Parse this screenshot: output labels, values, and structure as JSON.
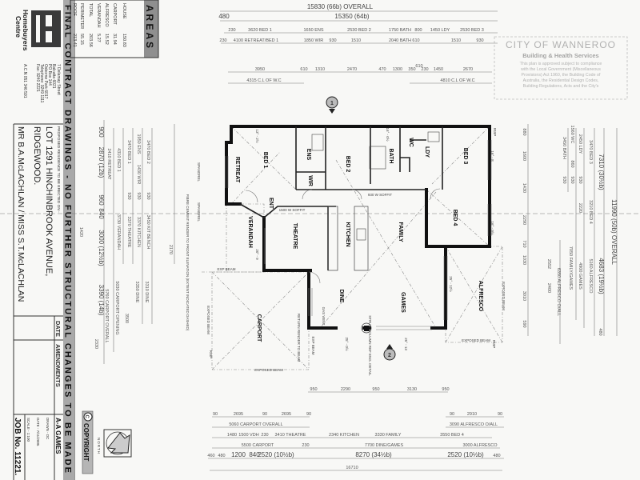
{
  "title_block": {
    "areas": {
      "heading": "A R E A S",
      "rows": [
        {
          "label": "HOUSE",
          "value": "150.83"
        },
        {
          "label": "CARPORT",
          "value": "31.94"
        },
        {
          "label": "ALFRESCO",
          "value": "15.52"
        },
        {
          "label": "VERANDAH",
          "value": "5.27"
        },
        {
          "label": "TOTAL",
          "value": "203.56"
        },
        {
          "label": "PERIMETER",
          "value": "55.15"
        },
        {
          "label": "ROOF",
          "value": "213.41"
        }
      ]
    },
    "logo": {
      "line1": "Homebuyers",
      "line2": "Centre"
    },
    "address": [
      "7 Delamay Street",
      "Balcatta 6021",
      "PO Box 144",
      "Osborne Park 6017",
      "Telephone: 9249 1111",
      "Fax: 9240 2221"
    ],
    "acn": "A.C.N 051 346 591",
    "banner": "FINAL CONTRACT DRAWINGS - NO FURTHER STRUCTURAL CHANGES TO BE MADE",
    "proposed": "PROPOSED RESIDENCE TO BE ERECTED ON -",
    "lot": "LOT 1291 HINCHINBROOK AVENUE,",
    "suburb": "RIDGEWOOD.",
    "client": "MR B.A.McLACHLAN / MISS S.T.McLACHLAN",
    "date_header": "DATE",
    "amendments_header": "AMENDMENTS",
    "drawing_title": "A-A GAMES",
    "drawn": "DRAWN -   DC",
    "date": "DATE -   7/11/2005",
    "scale": "SCALE -   1:100",
    "job": "JOB No. 11221.",
    "copyright": "COPYRIGHT",
    "copyright_symbol": "C",
    "north": "NORTH"
  },
  "stamp": {
    "title": "CITY OF WANNEROO",
    "subtitle": "Building & Health Services",
    "lines": [
      "This plan is approved subject to compliance",
      "with the Local Government (Miscellaneous",
      "Provisions) Act 1960, the Building Code of",
      "Australia, the Residential Design Codes,",
      "Building Regulations, Acts and the City's"
    ]
  },
  "section_markers": [
    "1",
    "2"
  ],
  "rooms": [
    "BED 1",
    "RETREAT",
    "ENS",
    "WIR",
    "BED 2",
    "BATH",
    "WC",
    "LDY",
    "BED 3",
    "ENT",
    "THEATRE",
    "KITCHEN",
    "FAMILY",
    "BED 4",
    "DINE",
    "GAMES",
    "ALFRESCO",
    "VERANDAH",
    "CARPORT"
  ],
  "notes": [
    "1500 W SOFFIT",
    "930 W SOFFIT",
    "EXPOSED BEAM",
    "EXPOSED BEAM",
    "EXPOSED BEAM",
    "EXPOSED BEAM",
    "EXP BEAM",
    "EXP BEAM",
    "STRUC COLUMN REF ENG. DETAIL",
    "RETURN RENDER TO BEAM",
    "GAS VENT",
    "25° - 12½",
    "20° - 9",
    "25° - 13",
    "25° - 0½",
    "16° - 9½",
    "16° - 8",
    "13° - 2½",
    "16° - 0½",
    "FIBRE CEMENT RENDER TO FRONT ELEVATION (EXTENT INDICATED DASHED)",
    "RWP",
    "RWP",
    "RWP",
    "SPANDREL",
    "SPANDREL"
  ],
  "dimensions": {
    "top": [
      "15830 (66b) OVERALL",
      "480",
      "15350 (64b)",
      "230",
      "3620 BED 1",
      "1650 ENS",
      "2530 BED 2",
      "1750 BATH",
      "800",
      "1450 LDY",
      "2530 BED 3",
      "230",
      "4100 RETREAT/BED 1",
      "1850 WIR",
      "930",
      "1510",
      "2040 BATH",
      "610",
      "1510",
      "930",
      "3950",
      "610",
      "1310",
      "2470",
      "470",
      "1300",
      "350",
      "610",
      "230",
      "1450",
      "2670",
      "4315 C.L OF W.C",
      "4810 C.L OF W.C"
    ],
    "bottom": [
      "950",
      "2290",
      "950",
      "3130",
      "950",
      "90",
      "2695",
      "90",
      "2695",
      "90",
      "90",
      "2910",
      "90",
      "5060 CARPORT OVERALL",
      "3090 ALFRESCO O/ALL",
      "1480",
      "1500 VDH",
      "230",
      "3410 THEATRE",
      "2340 KITCHEN",
      "3330 FAMILY",
      "3550 BED 4",
      "5500 CARPORT",
      "230",
      "7700 DINE/GAMES",
      "3000 ALFRESCO",
      "460",
      "480",
      "1200",
      "840",
      "2520 (10½b)",
      "8270 (34½b)",
      "2520 (10½b)",
      "480",
      "16710"
    ],
    "left": [
      "3470 BED 2",
      "1950 ENS",
      "1430 WIR",
      "3470 BED 1",
      "4310 BED 1",
      "2410 RETREAT",
      "2870 (12b)",
      "900",
      "930",
      "930",
      "930",
      "960",
      "840",
      "3000 (12½b)",
      "3450 KIT BENCH",
      "3370 KITCHEN",
      "3370 THEATRE",
      "3730 VERANDAH",
      "3310 DINE",
      "3350 DINE",
      "5030 CARPORT OPENING",
      "5760 CARPORT OVERALL",
      "3390 (14b)",
      "2330",
      "1420",
      "3500",
      "2170"
    ],
    "right": [
      "880",
      "1600",
      "1430",
      "2290",
      "710",
      "1030",
      "3010",
      "590",
      "3450 BATH",
      "1560 WC",
      "860",
      "2450 LDY",
      "3470 BED 3",
      "930",
      "930",
      "930",
      "7310 (30½b)",
      "11990 (50b) OVERALL",
      "2220",
      "3210 BED 4",
      "7050 FAMILY/GAMES",
      "4900 GAMES",
      "5160 ALFRESCO",
      "4683 (19½b)",
      "6350 ALFRESCO O/ALL",
      "2552",
      "2400",
      "480"
    ]
  }
}
